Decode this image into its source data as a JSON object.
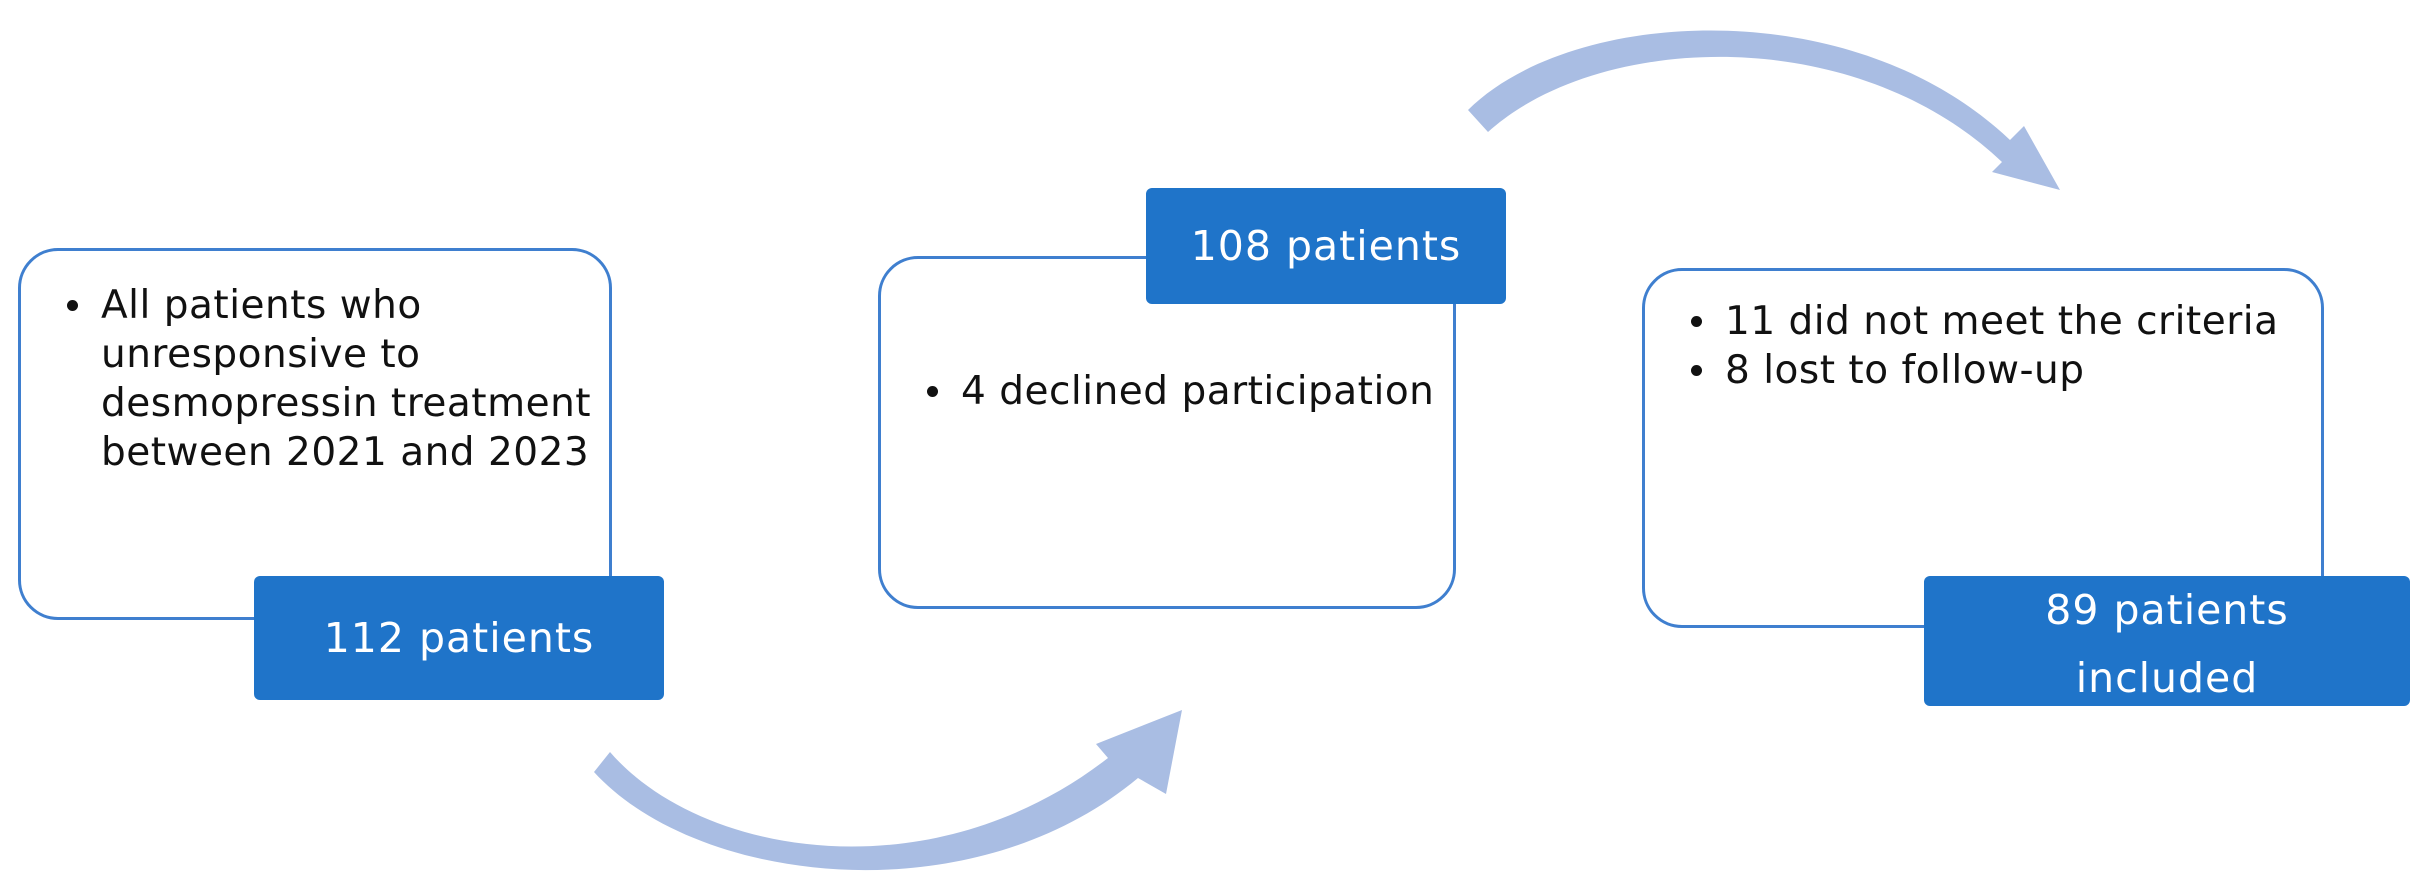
{
  "steps": [
    {
      "bullets": [
        "All patients who unresponsive to desmopressin treatment  between 2021 and 2023"
      ],
      "count_label": "112 patients"
    },
    {
      "count_label": "108 patients",
      "bullets": [
        "4 declined participation"
      ]
    },
    {
      "bullets": [
        "11 did not meet the criteria",
        "8 lost to follow-up"
      ],
      "count_label_line1": "89 patients",
      "count_label_line2": "included"
    }
  ],
  "colors": {
    "box_border": "#3f7fcf",
    "label_fill": "#1f74c9",
    "arrow_fill": "#a9bde3",
    "text": "#111111"
  }
}
